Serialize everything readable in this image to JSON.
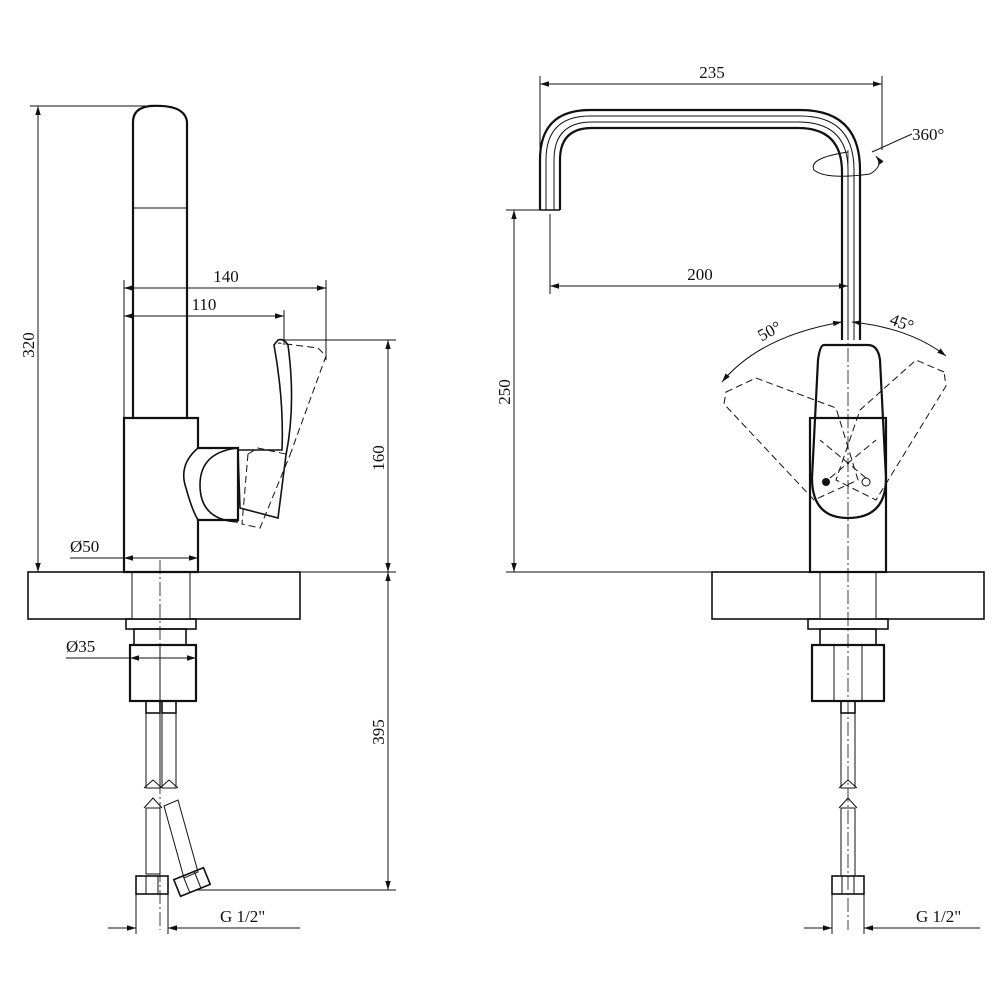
{
  "side_view": {
    "height_total": "320",
    "reach_outer": "140",
    "reach_inner": "110",
    "lever_height": "160",
    "body_diameter": "Ø50",
    "mount_diameter": "Ø35",
    "hose_length": "395",
    "thread": "G 1/2\""
  },
  "front_view": {
    "spout_reach": "235",
    "outlet_reach": "200",
    "swivel_angle": "360°",
    "outlet_height": "250",
    "lever_angle_left": "50°",
    "lever_angle_right": "45°",
    "thread": "G 1/2\""
  }
}
